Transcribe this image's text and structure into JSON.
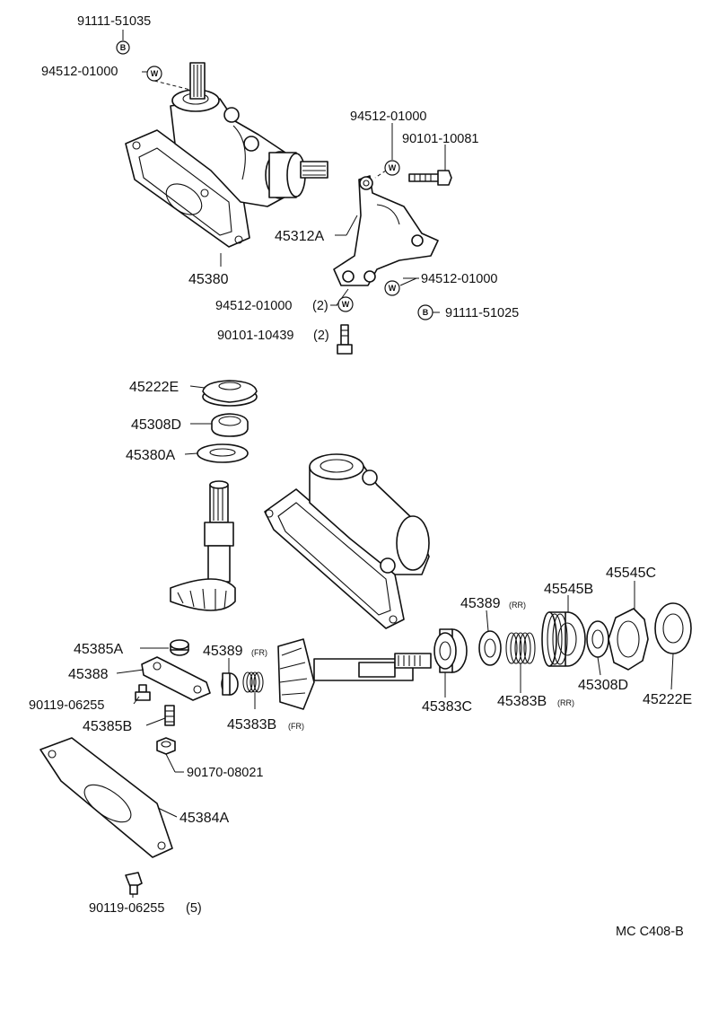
{
  "diagram_code": "MC  C408-B",
  "labels": {
    "p91111_51035_top": "91111-51035",
    "p94512_01000_top": "94512-01000",
    "p45380": "45380",
    "p94512_01000_bracket": "94512-01000",
    "p90101_10081": "90101-10081",
    "p45312A": "45312A",
    "p94512_01000_right": "94512-01000",
    "p94512_01000_2": "94512-01000",
    "qty_2a": "(2)",
    "p91111_51025": "91111-51025",
    "p90101_10439": "90101-10439",
    "qty_2b": "(2)",
    "p45222E_top": "45222E",
    "p45308D_top": "45308D",
    "p45380A": "45380A",
    "p45385A": "45385A",
    "p45388": "45388",
    "p90119_06255": "90119-06255",
    "p45385B": "45385B",
    "p45389FR": "45389",
    "sub_fr1": "(FR)",
    "p45383BFR": "45383B",
    "sub_fr2": "(FR)",
    "p90170_08021": "90170-08021",
    "p45384A": "45384A",
    "p90119_06255_5": "90119-06255",
    "qty_5": "(5)",
    "p45389RR": "45389",
    "sub_rr1": "(RR)",
    "p45545B": "45545B",
    "p45545C": "45545C",
    "p45383C": "45383C",
    "p45383BRR": "45383B",
    "sub_rr2": "(RR)",
    "p45308D_bot": "45308D",
    "p45222E_bot": "45222E"
  },
  "badges": {
    "bolt": "B",
    "washer": "W"
  }
}
